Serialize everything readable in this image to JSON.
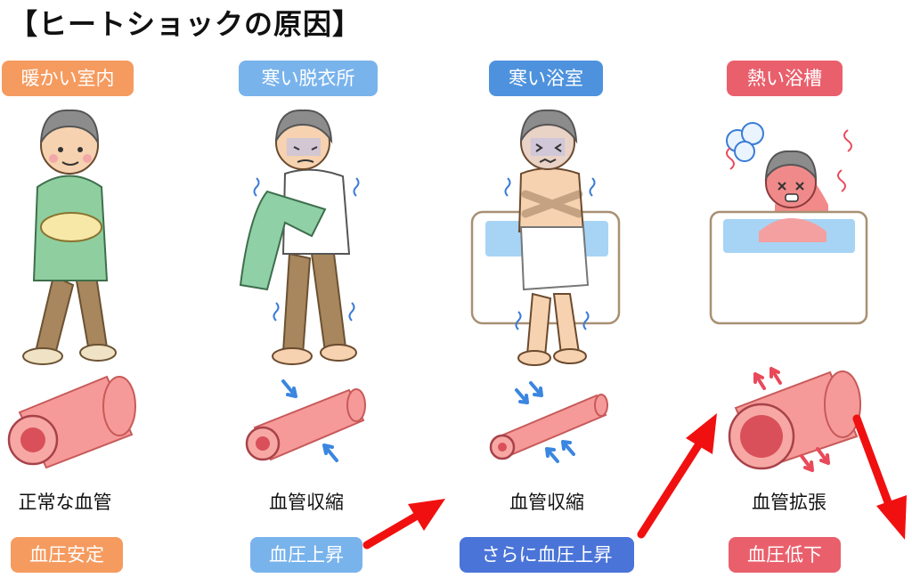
{
  "title": "【ヒートショックの原因】",
  "colors": {
    "orange": "#f59b5f",
    "lightblue": "#79b3ec",
    "blue": "#4e92dd",
    "royal": "#4a74d8",
    "pink": "#e9606c",
    "arrow": "#f01010"
  },
  "stages": [
    {
      "place": "暖かい室内",
      "vessel": "正常な血管",
      "pressure": "血圧安定"
    },
    {
      "place": "寒い脱衣所",
      "vessel": "血管収縮",
      "pressure": "血圧上昇"
    },
    {
      "place": "寒い浴室",
      "vessel": "血管収縮",
      "pressure": "さらに血圧上昇"
    },
    {
      "place": "熱い浴槽",
      "vessel": "血管拡張",
      "pressure": "血圧低下"
    }
  ]
}
